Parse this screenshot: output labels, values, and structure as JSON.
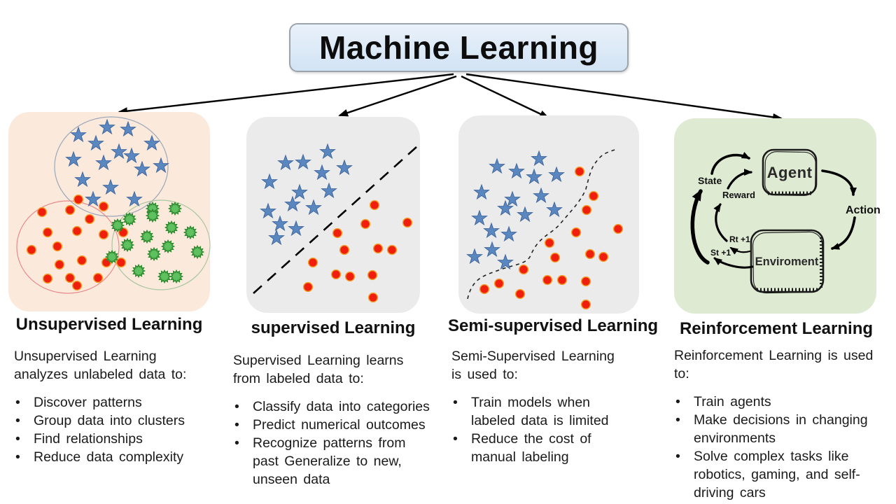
{
  "title": "Machine Learning",
  "columns": [
    {
      "heading": "Unsupervised Learning",
      "intro": [
        "Unsupervised Learning",
        "analyzes unlabeled data to:"
      ],
      "bullets": [
        [
          "Discover patterns"
        ],
        [
          "Group data into clusters"
        ],
        [
          "Find relationships"
        ],
        [
          "Reduce data complexity"
        ]
      ]
    },
    {
      "heading": "supervised Learning",
      "intro": [
        "Supervised Learning learns",
        "from labeled data to:"
      ],
      "bullets": [
        [
          "Classify data into categories"
        ],
        [
          "Predict numerical outcomes"
        ],
        [
          "Recognize patterns from",
          "past Generalize to new,",
          "unseen data"
        ]
      ]
    },
    {
      "heading": "Semi-supervised Learning",
      "intro": [
        "Semi-Supervised Learning",
        "is used to:"
      ],
      "bullets": [
        [
          "Train models when",
          "labeled data is limited"
        ],
        [
          "Reduce the cost of",
          "manual labeling"
        ]
      ]
    },
    {
      "heading": "Reinforcement Learning",
      "intro": [
        "Reinforcement Learning is used",
        "to:"
      ],
      "bullets": [
        [
          "Train agents"
        ],
        [
          "Make decisions in changing",
          "environments"
        ],
        [
          "Solve complex tasks like",
          "robotics, gaming, and self-",
          "driving cars"
        ]
      ]
    }
  ],
  "rl_diagram": {
    "agent_label": "Agent",
    "environment_label": "Enviroment",
    "state_label": "State",
    "reward_label": "Reward",
    "action_label": "Action",
    "rt_label": "Rt +1",
    "st_label": "St +1"
  },
  "colors": {
    "title_box_fill": "#d8e7f6",
    "panel_unsupervised_bg": "#fbe9dc",
    "panel_supervised_bg": "#ebebeb",
    "panel_semisupervised_bg": "#ebebeb",
    "panel_reinforcement_bg": "#dfead3",
    "star_fill": "#5b87c0",
    "dot_fill": "#f01e0d",
    "dot_ring": "#f0a12e",
    "virus_fill": "#5fc05f",
    "virus_stroke": "#2e8b2e"
  }
}
